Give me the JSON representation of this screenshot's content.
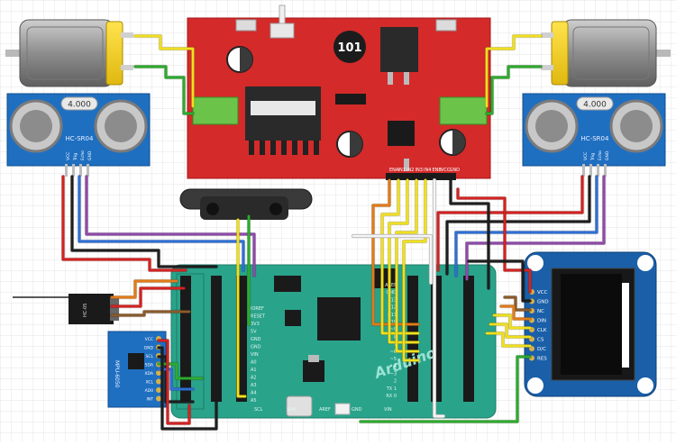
{
  "colors": {
    "background": "#ffffff",
    "grid": "#e4e4e4",
    "driver_board": "#d42a2a",
    "arduino_board": "#2aa38b",
    "sensor_board": "#1f6fc1",
    "oled_board": "#1a5fa8",
    "motor_body": "#9a9a9a",
    "motor_cap": "#f2d21b",
    "terminal_green": "#6bc34a"
  },
  "wire_colors": [
    "red",
    "black",
    "blue",
    "purple",
    "yellow",
    "orange",
    "green",
    "white",
    "brown"
  ],
  "driver_board": {
    "regulator_label": "101",
    "pin_labels": [
      "ENA",
      "IN1",
      "IN2",
      "IN3",
      "IN4",
      "ENB",
      "VCC",
      "GND"
    ]
  },
  "ultrasonic_left": {
    "crystal": "4.000",
    "model": "HC-SR04",
    "pins": [
      "VCC",
      "Trig",
      "Echo",
      "GND"
    ]
  },
  "ultrasonic_right": {
    "crystal": "4.000",
    "model": "HC-SR04",
    "pins": [
      "VCC",
      "Trig",
      "Echo",
      "GND"
    ]
  },
  "arduino": {
    "brand": "Arduino",
    "left_pins": [
      "IOREF",
      "RESET",
      "3V3",
      "5V",
      "GND",
      "GND",
      "VIN",
      "A0",
      "A1",
      "A2",
      "A3",
      "A4",
      "A5"
    ],
    "right_pins": [
      "AREF",
      "GND",
      "13",
      "12",
      "~11",
      "~10",
      "~9",
      "8",
      "7",
      "~6",
      "~5",
      "4",
      "~3",
      "2",
      "TX 1",
      "RX 0"
    ],
    "bottom_labels": [
      "SCL",
      "SDA",
      "AREF",
      "GND",
      "VIN"
    ]
  },
  "oled": {
    "pins": [
      "VCC",
      "GND",
      "NC",
      "DIN",
      "CLK",
      "CS",
      "D/C",
      "RES"
    ]
  },
  "mpu_module": {
    "label": "MPU-6050",
    "pins": [
      "VCC",
      "GND",
      "SCL",
      "SDA",
      "XDA",
      "XCL",
      "AD0",
      "INT"
    ]
  },
  "bluetooth_module": {
    "label": "HC-05"
  }
}
